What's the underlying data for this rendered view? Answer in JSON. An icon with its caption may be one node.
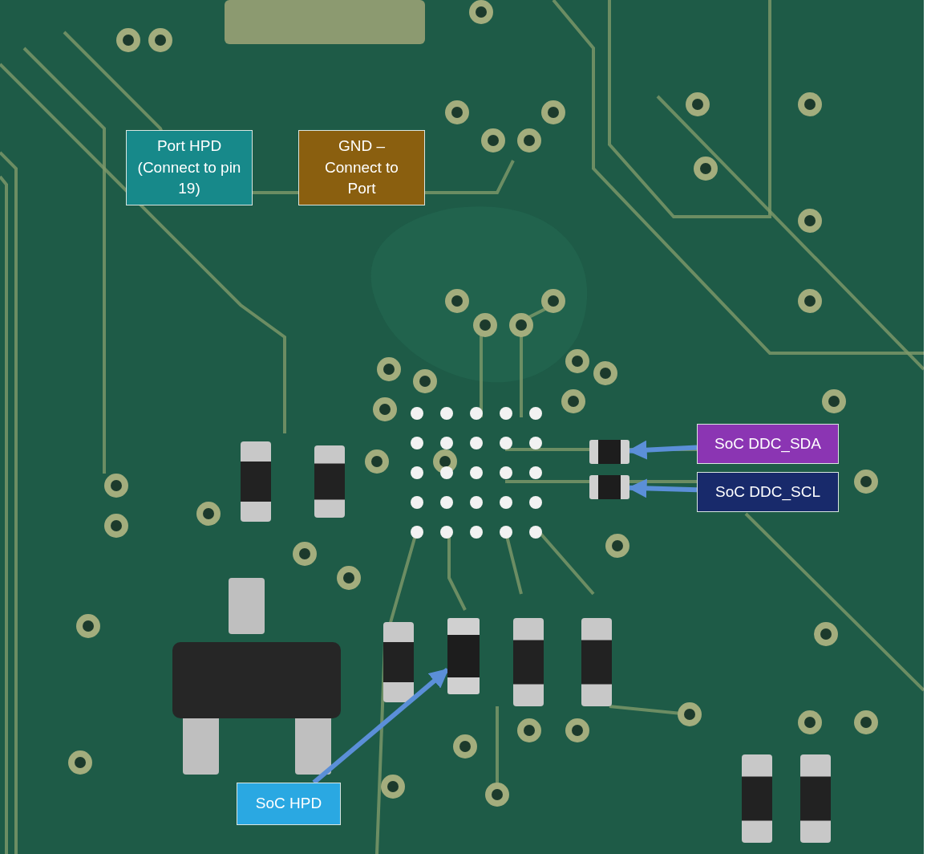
{
  "diagram": {
    "nodes": [
      {
        "text": [
          "Port HPD (Connect to pin 19)"
        ]
      },
      {
        "text": [
          "GND – Connect to Port"
        ]
      },
      {
        "text": [
          "SoC DDC_SDA"
        ]
      },
      {
        "text": [
          "SoC DDC_SCL"
        ]
      },
      {
        "text": [
          "SoC HPD"
        ]
      },
      {
        "text": [],
        "shape": "box"
      },
      {
        "text": [],
        "shape": "box"
      },
      {
        "text": [],
        "shape": "box"
      }
    ],
    "edges": [
      {
        "from": 2,
        "to": 5,
        "arrow": "to"
      },
      {
        "from": 3,
        "to": 6,
        "arrow": "to"
      },
      {
        "from": 4,
        "to": 7,
        "arrow": "to"
      }
    ]
  }
}
